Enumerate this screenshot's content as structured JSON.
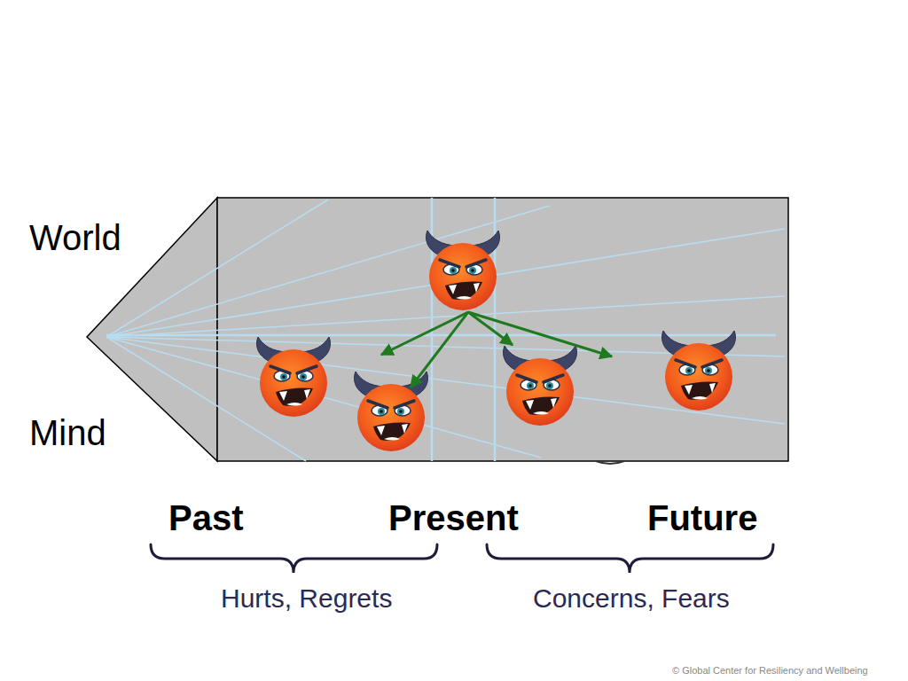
{
  "diagram": {
    "labels": [
      "World",
      "Mind",
      "Past",
      "Present",
      "Future",
      "Hurts, Regrets",
      "Concerns, Fears",
      "© Global Center for Resiliency and Wellbeing"
    ]
  }
}
